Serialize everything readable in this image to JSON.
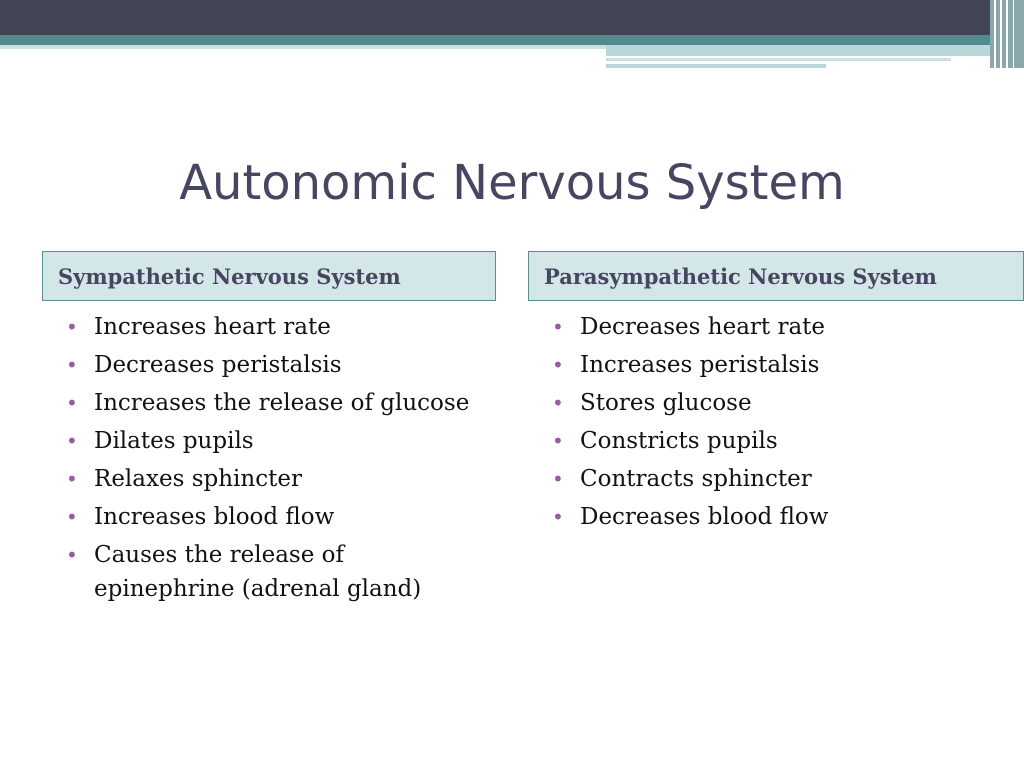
{
  "slide": {
    "title": "Autonomic Nervous System",
    "left_column": {
      "header": "Sympathetic Nervous System",
      "items": [
        "Increases heart rate",
        "Decreases peristalsis",
        "Increases the release of glucose",
        "Dilates pupils",
        "Relaxes sphincter",
        "Increases blood flow",
        "Causes the release of epinephrine (adrenal gland)"
      ]
    },
    "right_column": {
      "header": "Parasympathetic Nervous System",
      "items": [
        "Decreases heart rate",
        "Increases peristalsis",
        "Stores glucose",
        "Constricts pupils",
        "Contracts sphincter",
        "Decreases blood flow"
      ]
    },
    "bullet_icon": "bullet-dot-icon",
    "colors": {
      "title": "#464660",
      "header_fill": "#d3e6e8",
      "header_border": "#5b8f92",
      "bullet": "#9a5aa8",
      "band_dark": "#444457",
      "band_teal": "#4e8c8e"
    }
  }
}
